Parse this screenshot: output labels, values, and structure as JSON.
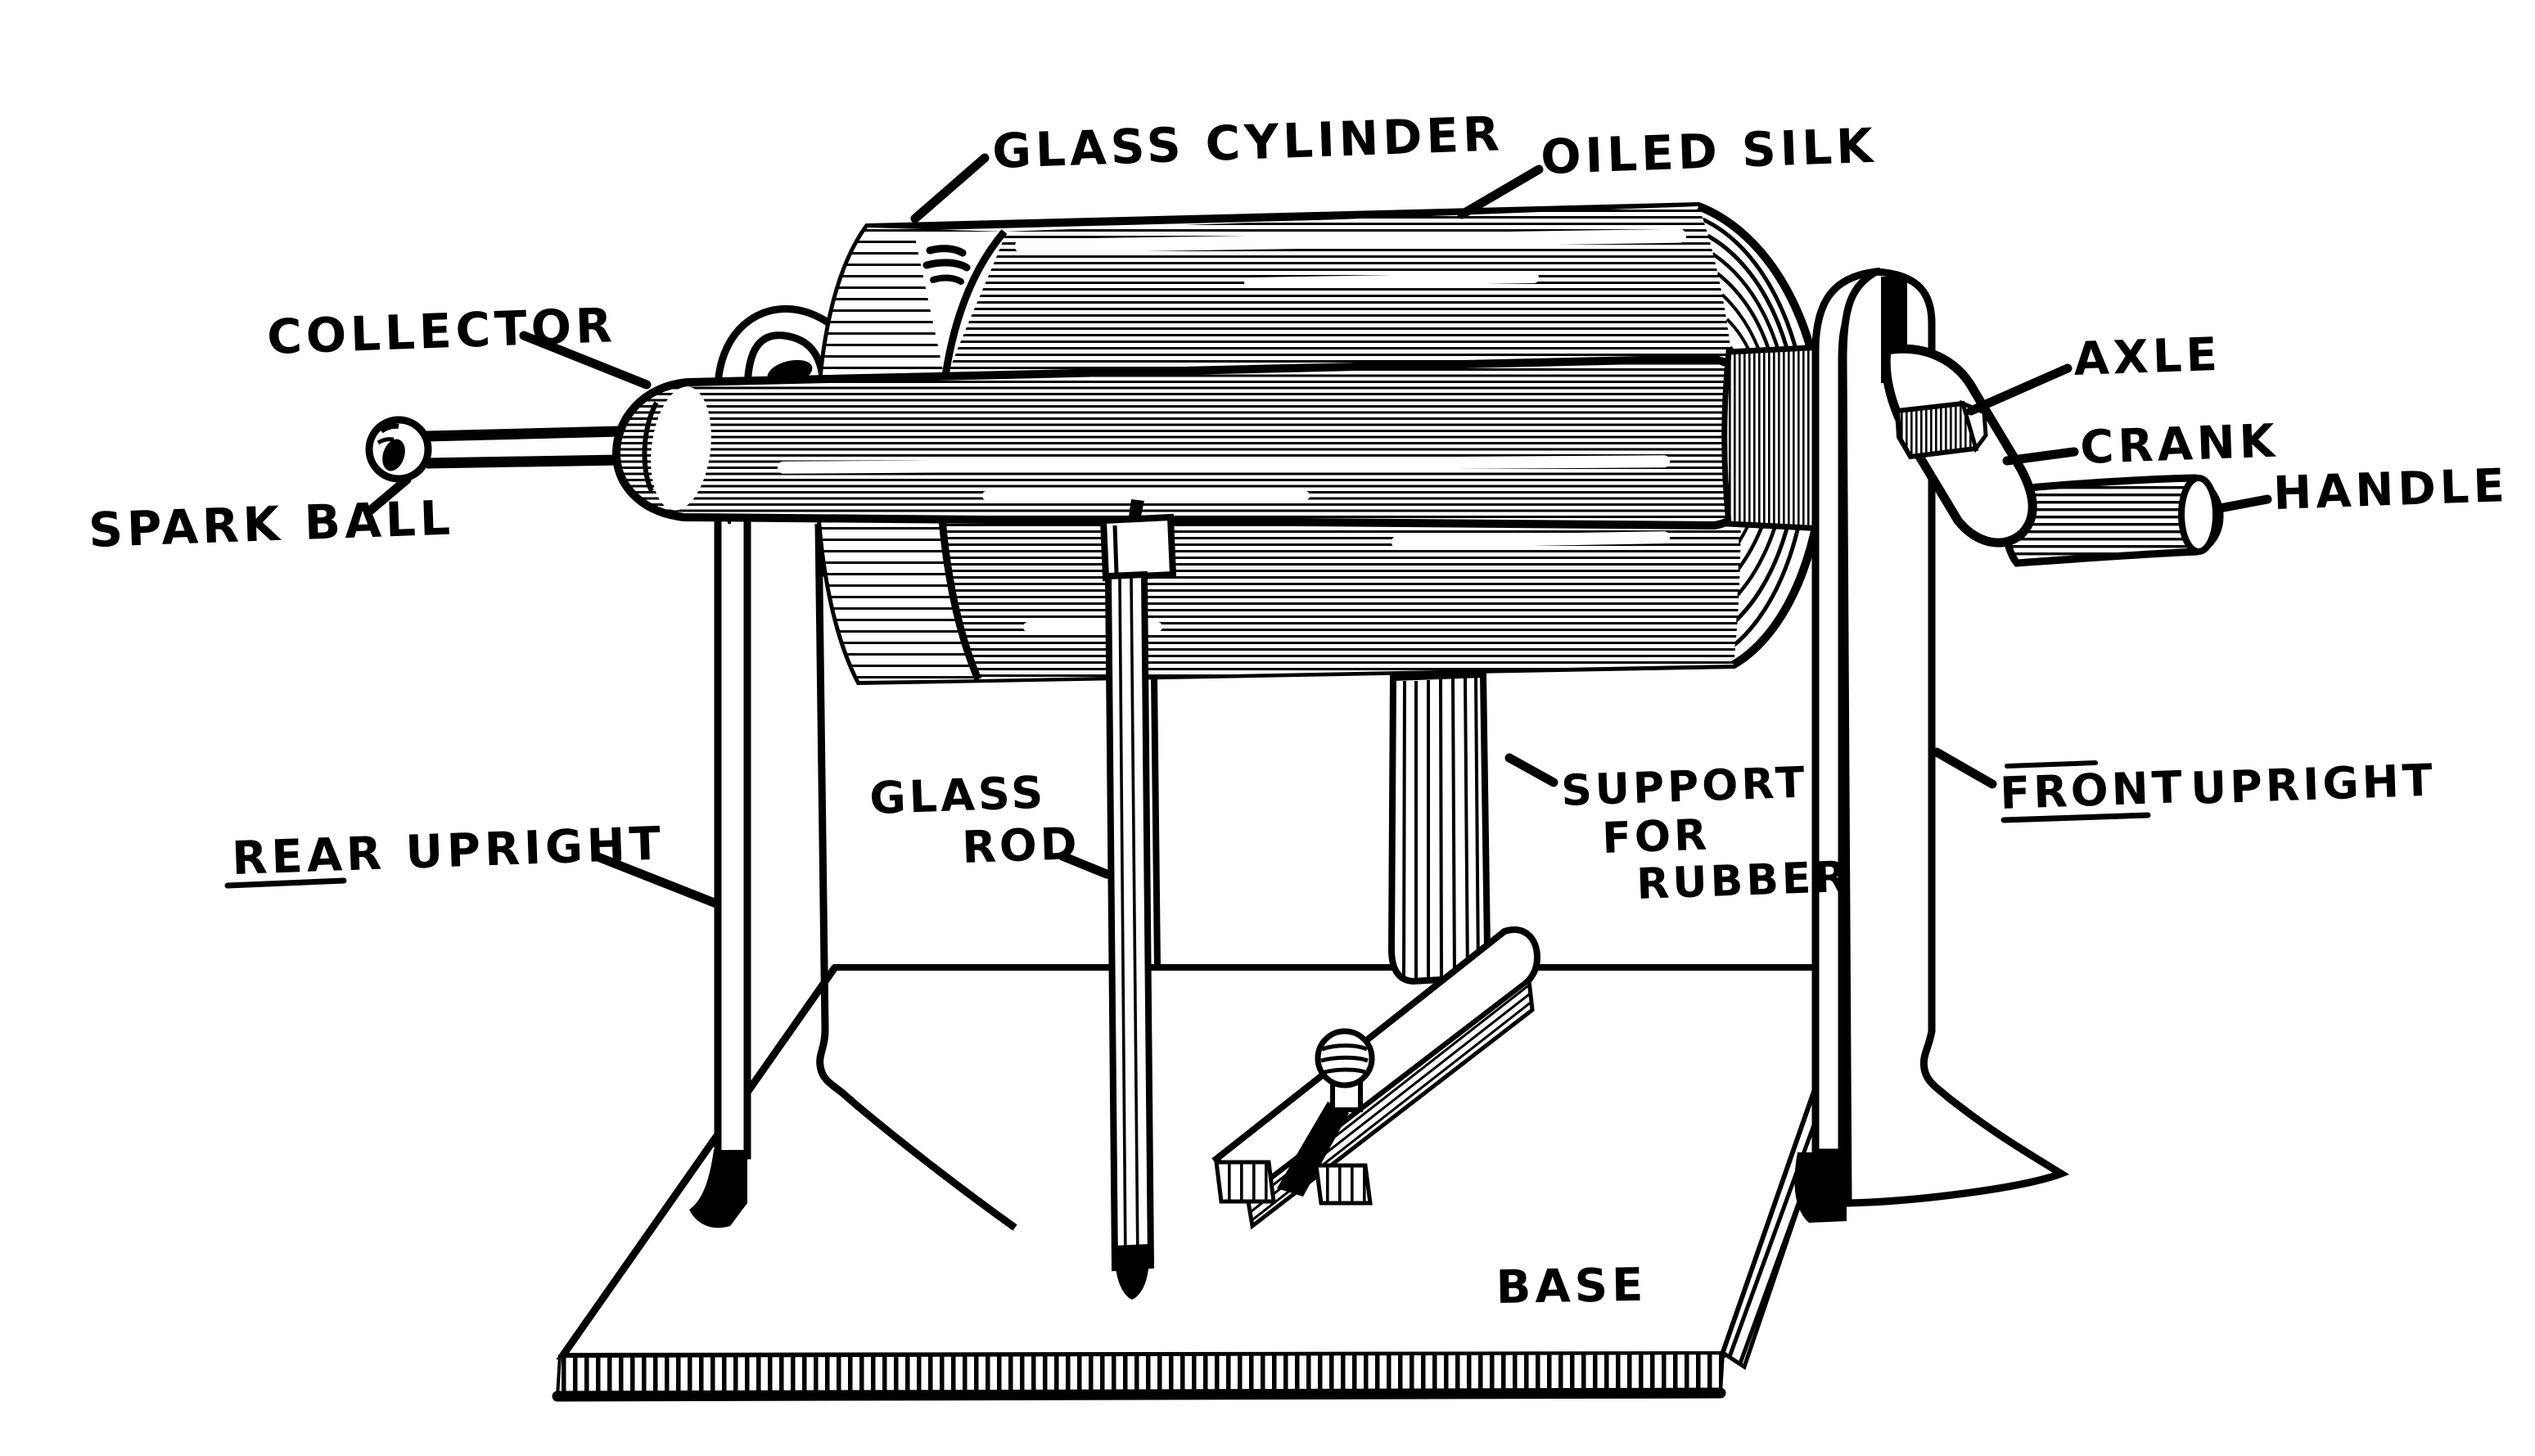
{
  "diagram": {
    "colors": {
      "ink": "#000000",
      "paper": "#ffffff"
    },
    "labels": {
      "glass_cylinder": "GLASS CYLINDER",
      "oiled_silk": "OILED SILK",
      "collector": "COLLECTOR",
      "spark_ball": "SPARK BALL",
      "axle": "AXLE",
      "crank": "CRANK",
      "handle": "HANDLE",
      "rear_upright": "REAR UPRIGHT",
      "glass_rod_line1": "GLASS",
      "glass_rod_line2": "ROD",
      "support_line1": "SUPPORT",
      "support_line2": "FOR",
      "support_line3": "RUBBER",
      "front_upright_word1": "FRONT",
      "front_upright_word2": "UPRIGHT",
      "base": "BASE"
    }
  }
}
